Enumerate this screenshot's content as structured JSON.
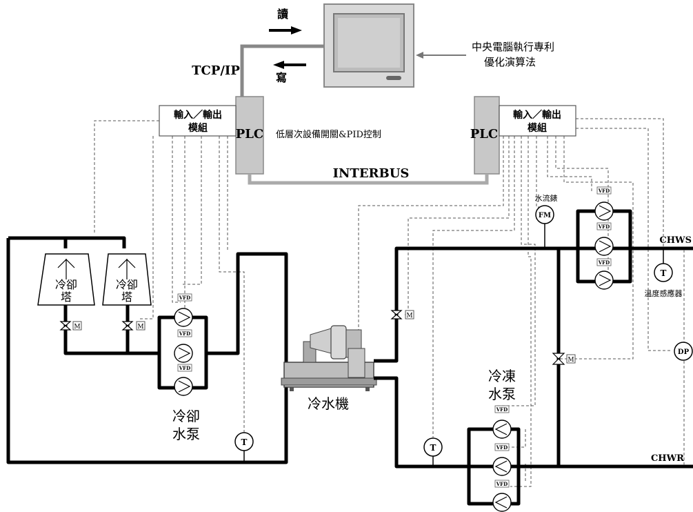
{
  "top": {
    "read": "讀",
    "write": "寫",
    "tcpip": "TCP/IP",
    "central_line1": "中央電腦執行專利",
    "central_line2": "優化演算法"
  },
  "left_io": {
    "line1": "輸入／輸出",
    "line2": "模組"
  },
  "right_io": {
    "line1": "輸入／輸出",
    "line2": "模組"
  },
  "plc": {
    "left": "PLC",
    "right": "PLC"
  },
  "low_level_control": "低層次設備開關&PID控制",
  "bus": "INTERBUS",
  "cooling_tower": {
    "line1": "冷卻",
    "line2": "塔"
  },
  "cooling_pump": {
    "line1": "冷卻",
    "line2": "水泵"
  },
  "chiller": "冷水機",
  "chilled_pump": {
    "line1": "冷凍",
    "line2": "水泵"
  },
  "flow_meter": {
    "label": "水流錶",
    "symbol": "FM"
  },
  "temp_sensor": {
    "label": "溫度感應器",
    "symbol": "T"
  },
  "dp_symbol": "DP",
  "vfd": "VFD",
  "motor_valve": "M",
  "chws": "CHWS",
  "chwr": "CHWR"
}
